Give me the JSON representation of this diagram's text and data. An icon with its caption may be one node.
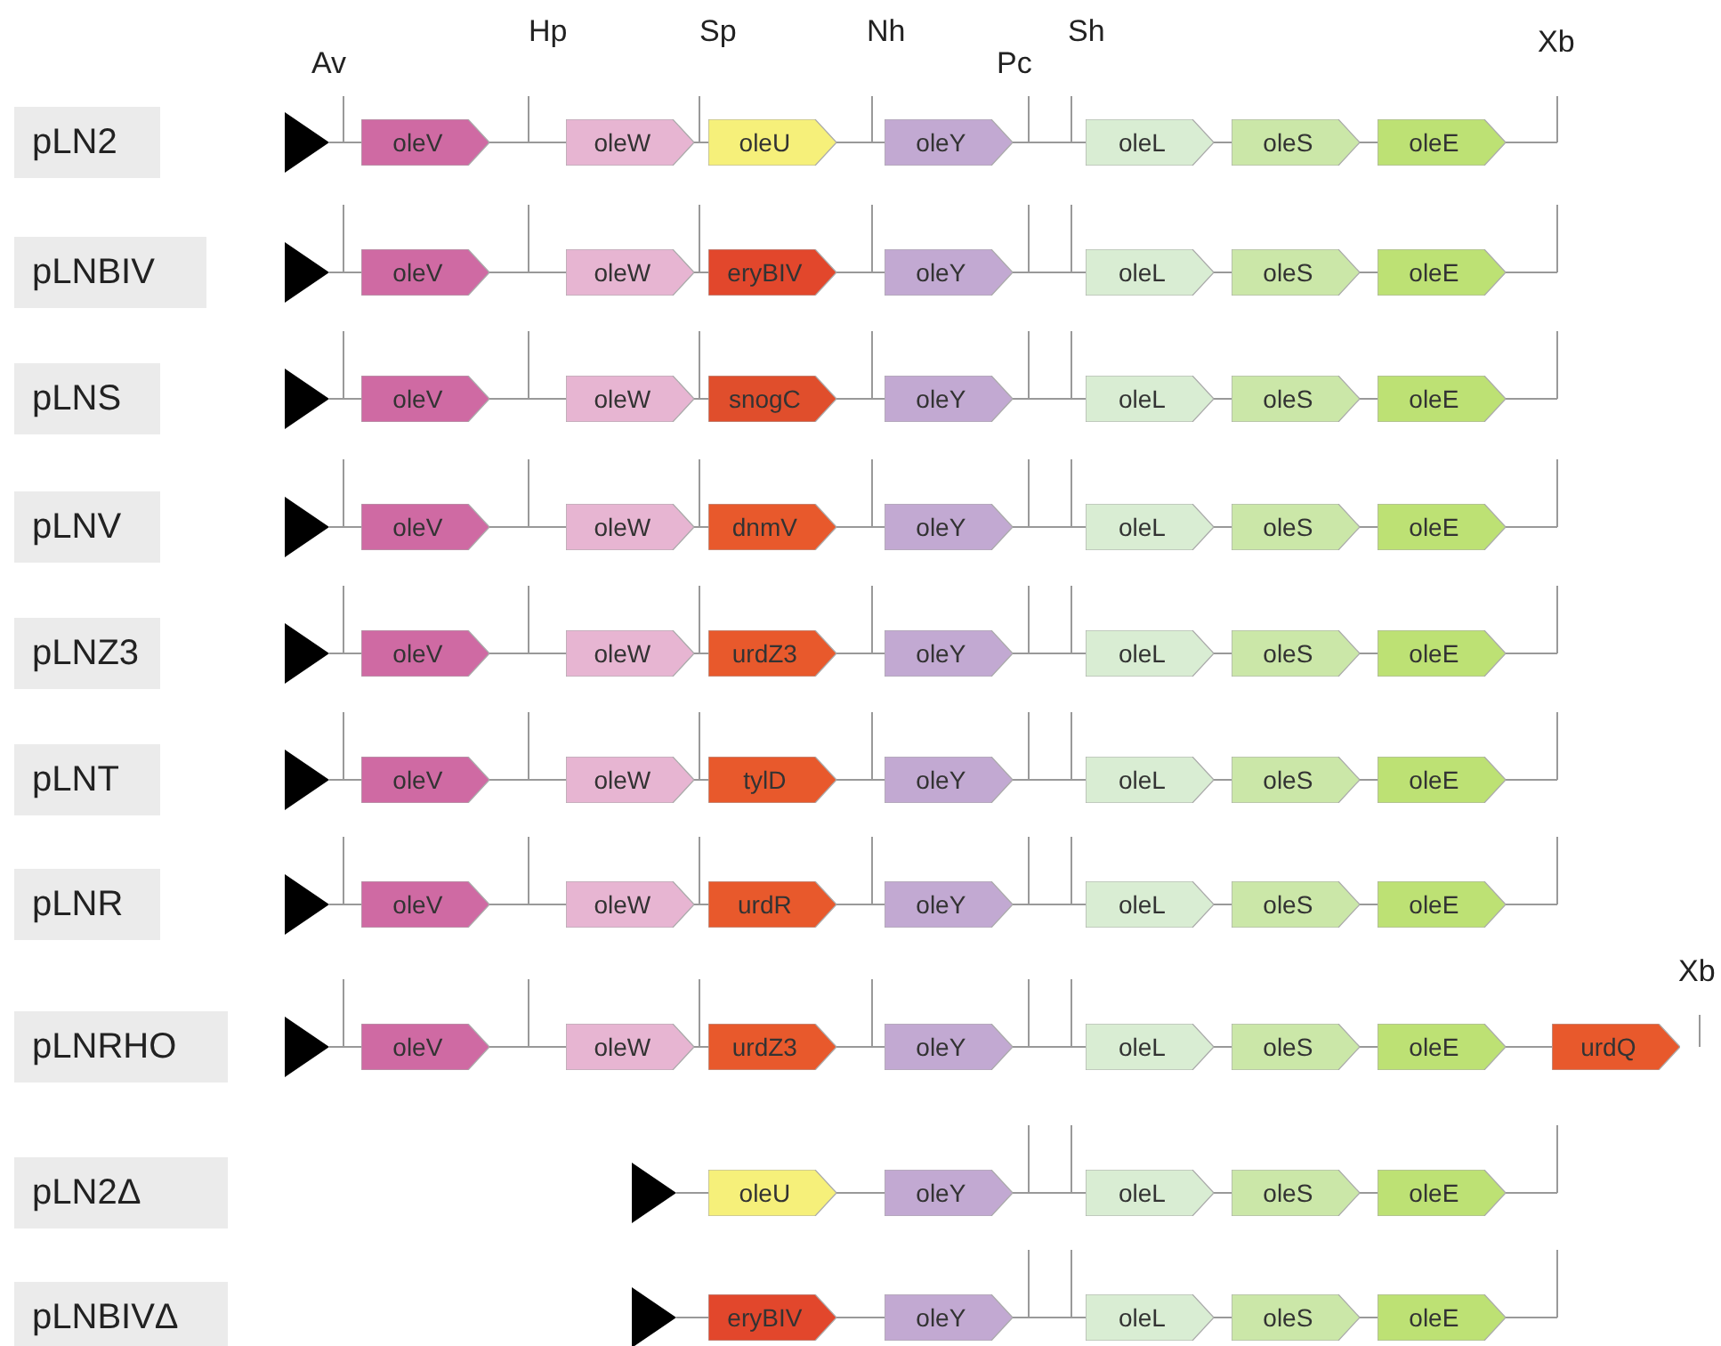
{
  "diagram": {
    "nodes": [
      {
        "text": [
          "pLN2"
        ]
      },
      {
        "text": [],
        "shape": "triangle"
      },
      {
        "text": [
          "oleV"
        ]
      },
      {
        "text": [
          "oleW"
        ]
      },
      {
        "text": [
          "oleU"
        ]
      },
      {
        "text": [
          "oleY"
        ]
      },
      {
        "text": [
          "oleL"
        ]
      },
      {
        "text": [
          "oleS"
        ]
      },
      {
        "text": [
          "oleE"
        ]
      },
      {
        "text": [
          "pLNBIV"
        ]
      },
      {
        "text": [],
        "shape": "triangle"
      },
      {
        "text": [
          "oleV"
        ]
      },
      {
        "text": [
          "oleW"
        ]
      },
      {
        "text": [
          "eryBIV"
        ]
      },
      {
        "text": [
          "oleY"
        ]
      },
      {
        "text": [
          "oleL"
        ]
      },
      {
        "text": [
          "oleS"
        ]
      },
      {
        "text": [
          "oleE"
        ]
      },
      {
        "text": [
          "pLNS"
        ]
      },
      {
        "text": [],
        "shape": "triangle"
      },
      {
        "text": [
          "oleV"
        ]
      },
      {
        "text": [
          "oleW"
        ]
      },
      {
        "text": [
          "snogC"
        ]
      },
      {
        "text": [
          "oleY"
        ]
      },
      {
        "text": [
          "oleL"
        ]
      },
      {
        "text": [
          "oleS"
        ]
      },
      {
        "text": [
          "oleE"
        ]
      },
      {
        "text": [
          "pLNV"
        ]
      },
      {
        "text": [],
        "shape": "triangle"
      },
      {
        "text": [
          "oleV"
        ]
      },
      {
        "text": [
          "oleW"
        ]
      },
      {
        "text": [
          "dnmV"
        ]
      },
      {
        "text": [
          "oleY"
        ]
      },
      {
        "text": [
          "oleL"
        ]
      },
      {
        "text": [
          "oleS"
        ]
      },
      {
        "text": [
          "oleE"
        ]
      },
      {
        "text": [
          "pLNZ3"
        ]
      },
      {
        "text": [],
        "shape": "triangle"
      },
      {
        "text": [
          "oleV"
        ]
      },
      {
        "text": [
          "oleW"
        ]
      },
      {
        "text": [
          "urdZ3"
        ]
      },
      {
        "text": [
          "oleY"
        ]
      },
      {
        "text": [
          "oleL"
        ]
      },
      {
        "text": [
          "oleS"
        ]
      },
      {
        "text": [
          "oleE"
        ]
      },
      {
        "text": [
          "pLNT"
        ]
      },
      {
        "text": [],
        "shape": "triangle"
      },
      {
        "text": [
          "oleV"
        ]
      },
      {
        "text": [
          "oleW"
        ]
      },
      {
        "text": [
          "tylD"
        ]
      },
      {
        "text": [
          "oleY"
        ]
      },
      {
        "text": [
          "oleL"
        ]
      },
      {
        "text": [
          "oleS"
        ]
      },
      {
        "text": [
          "oleE"
        ]
      },
      {
        "text": [
          "pLNR"
        ]
      },
      {
        "text": [],
        "shape": "triangle"
      },
      {
        "text": [
          "oleV"
        ]
      },
      {
        "text": [
          "oleW"
        ]
      },
      {
        "text": [
          "urdR"
        ]
      },
      {
        "text": [
          "oleY"
        ]
      },
      {
        "text": [
          "oleL"
        ]
      },
      {
        "text": [
          "oleS"
        ]
      },
      {
        "text": [
          "oleE"
        ]
      },
      {
        "text": [
          "pLNRHO"
        ]
      },
      {
        "text": [],
        "shape": "triangle"
      },
      {
        "text": [
          "oleV"
        ]
      },
      {
        "text": [
          "oleW"
        ]
      },
      {
        "text": [
          "urdZ3"
        ]
      },
      {
        "text": [
          "oleY"
        ]
      },
      {
        "text": [
          "oleL"
        ]
      },
      {
        "text": [
          "oleS"
        ]
      },
      {
        "text": [
          "oleE"
        ]
      },
      {
        "text": [
          "urdQ"
        ]
      },
      {
        "text": [
          "pLN2Δ"
        ]
      },
      {
        "text": [],
        "shape": "triangle"
      },
      {
        "text": [
          "oleU"
        ]
      },
      {
        "text": [
          "oleY"
        ]
      },
      {
        "text": [
          "oleL"
        ]
      },
      {
        "text": [
          "oleS"
        ]
      },
      {
        "text": [
          "oleE"
        ]
      },
      {
        "text": [
          "pLNBIVΔ"
        ]
      },
      {
        "text": [],
        "shape": "triangle"
      },
      {
        "text": [
          "eryBIV"
        ]
      },
      {
        "text": [
          "oleY"
        ]
      },
      {
        "text": [
          "oleL"
        ]
      },
      {
        "text": [
          "oleS"
        ]
      },
      {
        "text": [
          "oleE"
        ]
      }
    ],
    "edges": [
      {
        "from": 1,
        "to": 2,
        "arrow": "none"
      },
      {
        "from": 2,
        "to": 3,
        "arrow": "none"
      },
      {
        "from": 3,
        "to": 4,
        "arrow": "none"
      },
      {
        "from": 4,
        "to": 5,
        "arrow": "none"
      },
      {
        "from": 5,
        "to": 6,
        "arrow": "none"
      },
      {
        "from": 6,
        "to": 7,
        "arrow": "none"
      },
      {
        "from": 7,
        "to": 8,
        "arrow": "none"
      },
      {
        "from": 10,
        "to": 11,
        "arrow": "none"
      },
      {
        "from": 11,
        "to": 12,
        "arrow": "none"
      },
      {
        "from": 12,
        "to": 13,
        "arrow": "none"
      },
      {
        "from": 13,
        "to": 14,
        "arrow": "none"
      },
      {
        "from": 14,
        "to": 15,
        "arrow": "none"
      },
      {
        "from": 15,
        "to": 16,
        "arrow": "none"
      },
      {
        "from": 16,
        "to": 17,
        "arrow": "none"
      },
      {
        "from": 19,
        "to": 20,
        "arrow": "none"
      },
      {
        "from": 20,
        "to": 21,
        "arrow": "none"
      },
      {
        "from": 21,
        "to": 22,
        "arrow": "none"
      },
      {
        "from": 22,
        "to": 23,
        "arrow": "none"
      },
      {
        "from": 23,
        "to": 24,
        "arrow": "none"
      },
      {
        "from": 24,
        "to": 25,
        "arrow": "none"
      },
      {
        "from": 25,
        "to": 26,
        "arrow": "none"
      },
      {
        "from": 28,
        "to": 29,
        "arrow": "none"
      },
      {
        "from": 29,
        "to": 30,
        "arrow": "none"
      },
      {
        "from": 30,
        "to": 31,
        "arrow": "none"
      },
      {
        "from": 31,
        "to": 32,
        "arrow": "none"
      },
      {
        "from": 32,
        "to": 33,
        "arrow": "none"
      },
      {
        "from": 33,
        "to": 34,
        "arrow": "none"
      },
      {
        "from": 34,
        "to": 35,
        "arrow": "none"
      },
      {
        "from": 37,
        "to": 38,
        "arrow": "none"
      },
      {
        "from": 38,
        "to": 39,
        "arrow": "none"
      },
      {
        "from": 39,
        "to": 40,
        "arrow": "none"
      },
      {
        "from": 40,
        "to": 41,
        "arrow": "none"
      },
      {
        "from": 41,
        "to": 42,
        "arrow": "none"
      },
      {
        "from": 42,
        "to": 43,
        "arrow": "none"
      },
      {
        "from": 43,
        "to": 44,
        "arrow": "none"
      },
      {
        "from": 46,
        "to": 47,
        "arrow": "none"
      },
      {
        "from": 47,
        "to": 48,
        "arrow": "none"
      },
      {
        "from": 48,
        "to": 49,
        "arrow": "none"
      },
      {
        "from": 49,
        "to": 50,
        "arrow": "none"
      },
      {
        "from": 50,
        "to": 51,
        "arrow": "none"
      },
      {
        "from": 51,
        "to": 52,
        "arrow": "none"
      },
      {
        "from": 52,
        "to": 53,
        "arrow": "none"
      },
      {
        "from": 55,
        "to": 56,
        "arrow": "none"
      },
      {
        "from": 56,
        "to": 57,
        "arrow": "none"
      },
      {
        "from": 57,
        "to": 58,
        "arrow": "none"
      },
      {
        "from": 58,
        "to": 59,
        "arrow": "none"
      },
      {
        "from": 59,
        "to": 60,
        "arrow": "none"
      },
      {
        "from": 60,
        "to": 61,
        "arrow": "none"
      },
      {
        "from": 61,
        "to": 62,
        "arrow": "none"
      },
      {
        "from": 64,
        "to": 65,
        "arrow": "none"
      },
      {
        "from": 65,
        "to": 66,
        "arrow": "none"
      },
      {
        "from": 66,
        "to": 67,
        "arrow": "none"
      },
      {
        "from": 67,
        "to": 68,
        "arrow": "none"
      },
      {
        "from": 68,
        "to": 69,
        "arrow": "none"
      },
      {
        "from": 69,
        "to": 70,
        "arrow": "none"
      },
      {
        "from": 70,
        "to": 71,
        "arrow": "none"
      },
      {
        "from": 71,
        "to": 72,
        "arrow": "none"
      },
      {
        "from": 74,
        "to": 75,
        "arrow": "none"
      },
      {
        "from": 75,
        "to": 76,
        "arrow": "none"
      },
      {
        "from": 76,
        "to": 77,
        "arrow": "none"
      },
      {
        "from": 77,
        "to": 78,
        "arrow": "none"
      },
      {
        "from": 78,
        "to": 79,
        "arrow": "none"
      },
      {
        "from": 81,
        "to": 82,
        "arrow": "none"
      },
      {
        "from": 82,
        "to": 83,
        "arrow": "none"
      },
      {
        "from": 83,
        "to": 84,
        "arrow": "none"
      },
      {
        "from": 84,
        "to": 85,
        "arrow": "none"
      },
      {
        "from": 85,
        "to": 86,
        "arrow": "none"
      }
    ],
    "labels": [
      "Av",
      "Hp",
      "Sp",
      "Nh",
      "Pc",
      "Sh",
      "Xb",
      "Xb"
    ]
  }
}
